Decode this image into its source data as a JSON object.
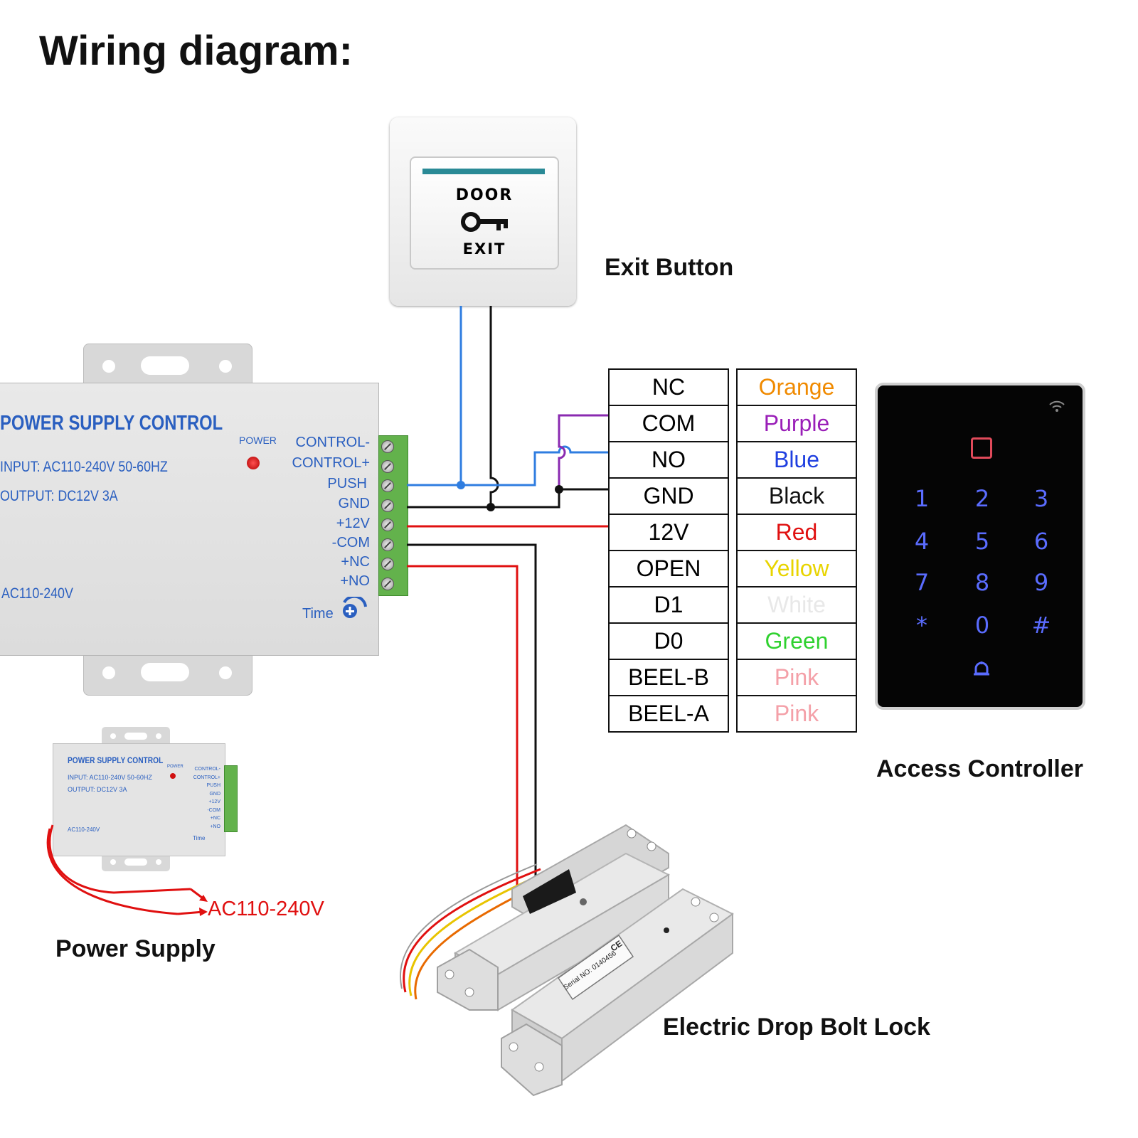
{
  "title": "Wiring diagram:",
  "labels": {
    "exit_button": "Exit Button",
    "access_controller": "Access Controller",
    "power_supply": "Power Supply",
    "drop_bolt": "Electric Drop Bolt Lock",
    "ac_input": "AC110-240V"
  },
  "exit_button_face": {
    "top": "DOOR",
    "bottom": "EXIT"
  },
  "psu_large": {
    "brand": "POWER SUPPLY CONTROL",
    "input": "INPUT: AC110-240V 50-60HZ",
    "output": "OUTPUT: DC12V  3A",
    "power_led": "POWER",
    "ac": "AC110-240V",
    "time": "Time",
    "terminals": [
      "CONTROL-",
      "CONTROL+",
      "PUSH",
      "GND",
      "+12V",
      "-COM",
      "+NC",
      "+NO"
    ]
  },
  "psu_small": {
    "brand": "POWER SUPPLY CONTROL",
    "input": "INPUT: AC110-240V 50-60HZ",
    "output": "OUTPUT: DC12V  3A",
    "power_led": "POWER",
    "ac": "AC110-240V",
    "time": "Time",
    "terminals": [
      "CONTROL-",
      "CONTROL+",
      "PUSH",
      "GND",
      "+12V",
      "-COM",
      "+NC",
      "+NO"
    ]
  },
  "wire_table": {
    "terminals": [
      "NC",
      "COM",
      "NO",
      "GND",
      "12V",
      "OPEN",
      "D1",
      "D0",
      "BEEL-B",
      "BEEL-A"
    ],
    "colors": [
      "Orange",
      "Purple",
      "Blue",
      "Black",
      "Red",
      "Yellow",
      "White",
      "Green",
      "Pink",
      "Pink"
    ],
    "text_colors": [
      "#f08a00",
      "#9a1fb8",
      "#1f3fe0",
      "#111111",
      "#e01010",
      "#e8d400",
      "#e8e8e8",
      "#2fd12f",
      "#f4a0a8",
      "#f4a0a8"
    ]
  },
  "keypad": {
    "keys": [
      "1",
      "2",
      "3",
      "4",
      "5",
      "6",
      "7",
      "8",
      "9",
      "*",
      "0",
      "#"
    ]
  },
  "bolt_lock": {
    "serial": "Serial NO: 0140456",
    "ce": "CE"
  },
  "colors": {
    "wire_blue": "#2f7de0",
    "wire_black": "#111111",
    "wire_red": "#e01010",
    "wire_purple": "#8a2ab0",
    "terminal_green": "#5fb34a"
  }
}
